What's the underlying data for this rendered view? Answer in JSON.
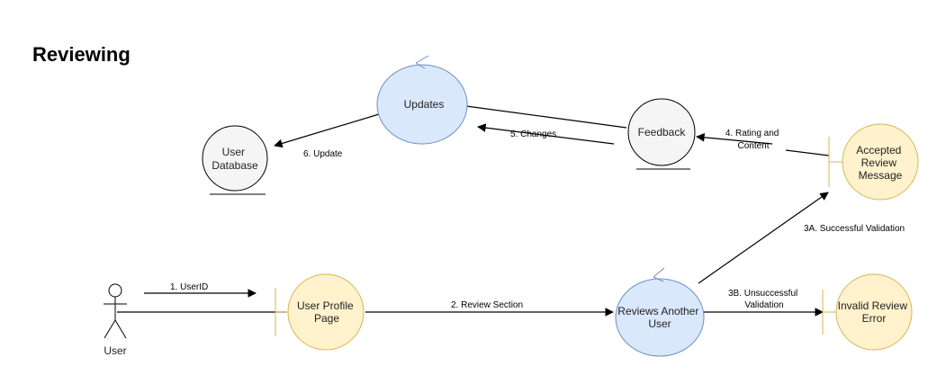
{
  "title": "Reviewing",
  "colors": {
    "entity_fill": "#f5f5f5",
    "entity_stroke": "#666666",
    "control_fill": "#dae8fc",
    "control_stroke": "#6c8ebf",
    "boundary_fill": "#fff2cc",
    "boundary_stroke": "#d6b656",
    "line": "#000000"
  },
  "actor": {
    "label": "User",
    "icon": "stick-figure-icon"
  },
  "nodes": {
    "user_database": {
      "kind": "entity",
      "label": [
        "User",
        "Database"
      ]
    },
    "updates": {
      "kind": "control",
      "label": [
        "Updates"
      ]
    },
    "feedback": {
      "kind": "entity",
      "label": [
        "Feedback"
      ]
    },
    "accepted_review_message": {
      "kind": "boundary",
      "label": [
        "Accepted",
        "Review",
        "Message"
      ]
    },
    "user_profile_page": {
      "kind": "boundary",
      "label": [
        "User Profile",
        "Page"
      ]
    },
    "reviews_another_user": {
      "kind": "control",
      "label": [
        "Reviews Another",
        "User"
      ]
    },
    "invalid_review_error": {
      "kind": "boundary",
      "label": [
        "Invalid Review",
        "Error"
      ]
    }
  },
  "edges": {
    "userid": {
      "label": [
        "1. UserID"
      ]
    },
    "review_section": {
      "label": [
        "2. Review Section"
      ]
    },
    "successful_validation": {
      "label": [
        "3A. Successful Validation"
      ]
    },
    "unsuccessful_validation": {
      "label": [
        "3B. Unsuccessful",
        "Validation"
      ]
    },
    "rating_and_content": {
      "label": [
        "4. Rating and",
        "Content"
      ]
    },
    "changes": {
      "label": [
        "5. Changes"
      ]
    },
    "update": {
      "label": [
        "6. Update"
      ]
    }
  }
}
